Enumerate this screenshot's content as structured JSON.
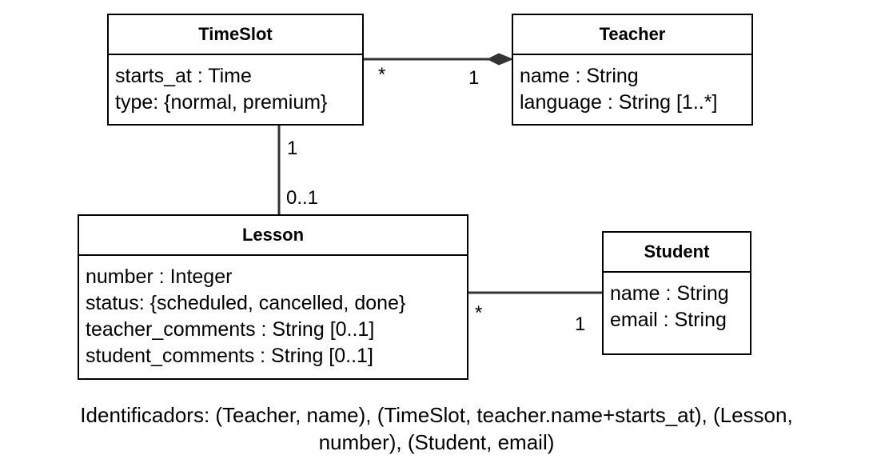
{
  "classes": {
    "timeslot": {
      "name": "TimeSlot",
      "attributes": [
        "starts_at : Time",
        "type: {normal, premium}"
      ]
    },
    "teacher": {
      "name": "Teacher",
      "attributes": [
        "name : String",
        "language : String [1..*]"
      ]
    },
    "lesson": {
      "name": "Lesson",
      "attributes": [
        "number : Integer",
        "status: {scheduled, cancelled, done}",
        "teacher_comments : String [0..1]",
        "student_comments : String [0..1]"
      ]
    },
    "student": {
      "name": "Student",
      "attributes": [
        "name : String",
        "email : String"
      ]
    }
  },
  "associations": {
    "timeslot_teacher": {
      "timeslot_end": "*",
      "teacher_end": "1",
      "kind": "composition"
    },
    "timeslot_lesson": {
      "timeslot_end": "1",
      "lesson_end": "0..1",
      "kind": "association"
    },
    "lesson_student": {
      "lesson_end": "*",
      "student_end": "1",
      "kind": "association"
    }
  },
  "footnote": {
    "line1": "Identificadors: (Teacher, name), (TimeSlot, teacher.name+starts_at), (Lesson,",
    "line2": "number), (Student, email)"
  }
}
